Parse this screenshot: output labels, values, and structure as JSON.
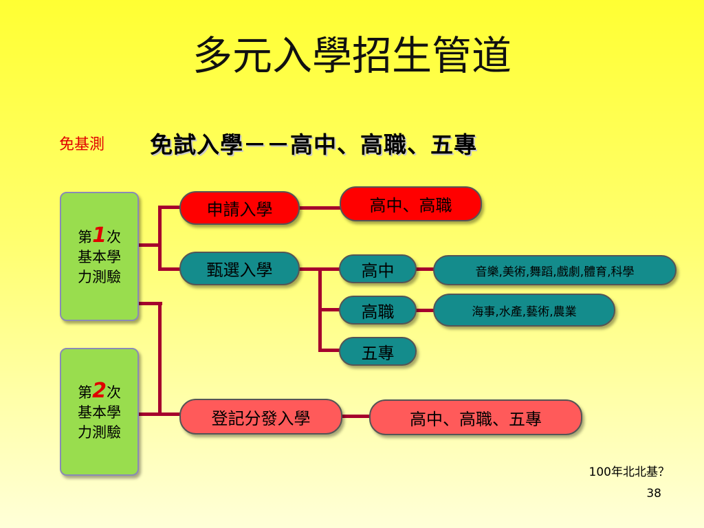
{
  "title": "多元入學招生管道",
  "side_tag": "免基測",
  "subtitle": "免試入學－－高中、高職、五專",
  "tests": [
    {
      "prefix": "第",
      "num": "1",
      "suffix": "次",
      "line2": "基本學",
      "line3": "力測驗"
    },
    {
      "prefix": "第",
      "num": "2",
      "suffix": "次",
      "line2": "基本學",
      "line3": "力測驗"
    }
  ],
  "routes": {
    "apply": {
      "label": "申請入學",
      "target": "高中、高職"
    },
    "select": {
      "label": "甄選入學",
      "hs": "高中",
      "hs_fields": "音樂,美術,舞蹈,戲劇,體育,科學",
      "voc": "高職",
      "voc_fields": "海事,水產,藝術,農業",
      "jc": "五專"
    },
    "register": {
      "label": "登記分發入學",
      "target": "高中、高職、五專"
    }
  },
  "footer_note": "100年北北基？",
  "page_number": "38",
  "colors": {
    "connector": "#a5002d",
    "red_pill": "#ff0000",
    "pink_pill": "#ff5a5a",
    "teal_pill": "#148c8c",
    "test_box": "#99dd4e"
  }
}
